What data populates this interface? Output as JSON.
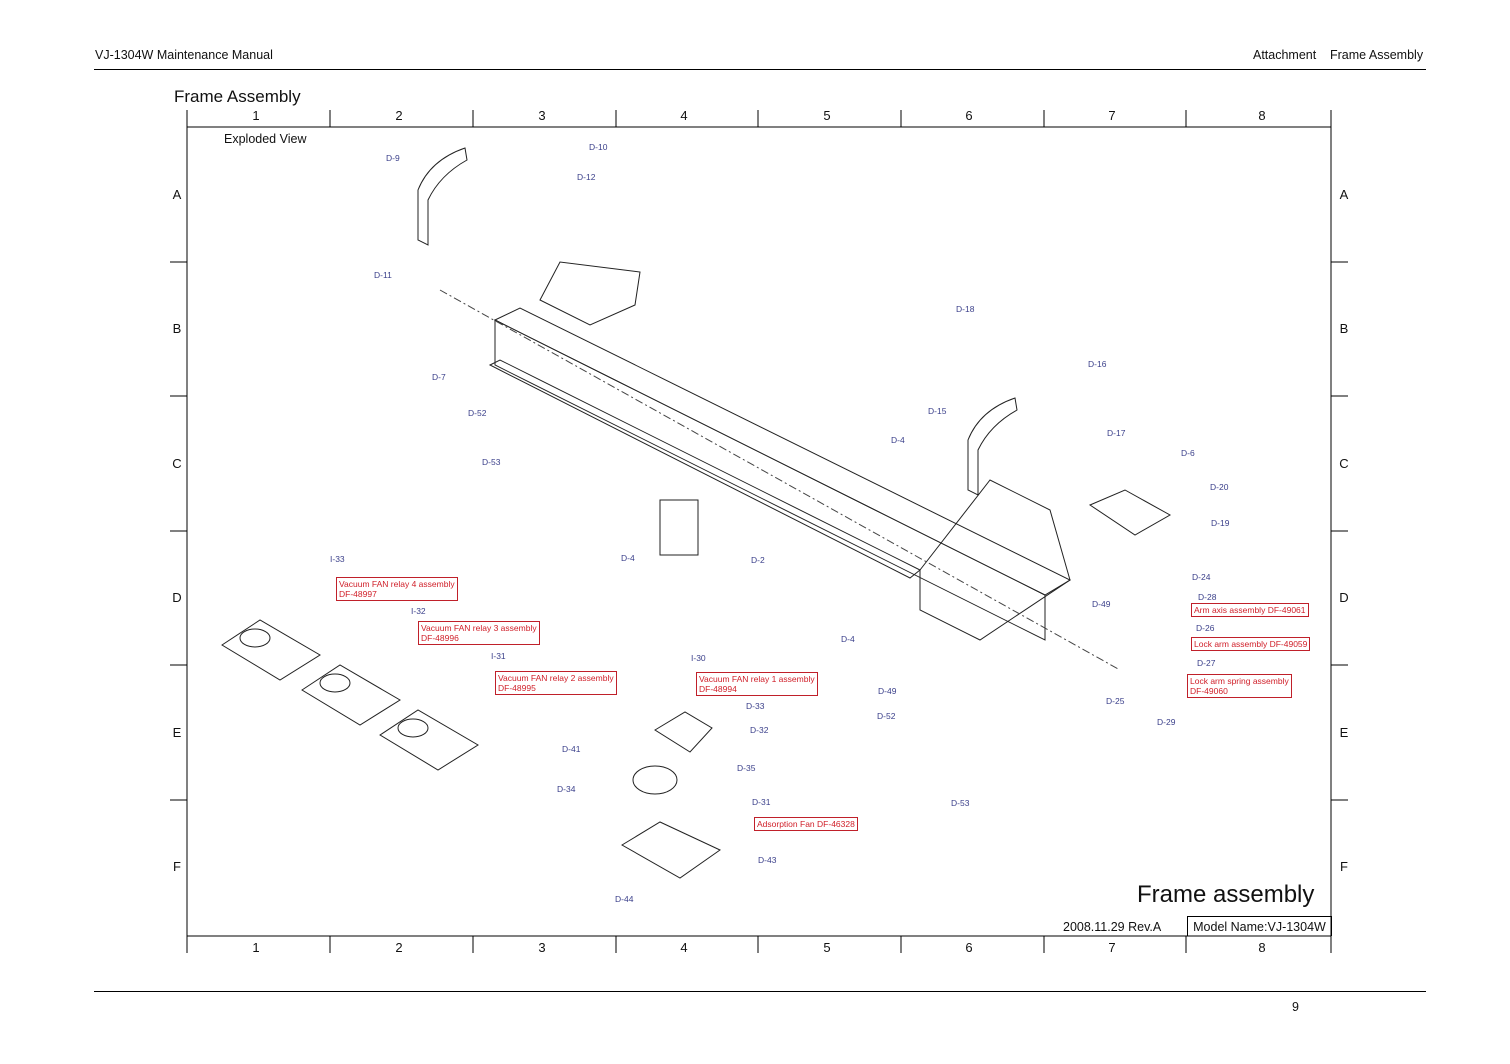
{
  "header": {
    "manual_title": "VJ-1304W Maintenance Manual",
    "section": "Attachment",
    "subsection": "Frame Assembly"
  },
  "figure": {
    "title": "Frame Assembly",
    "view_label": "Exploded View",
    "columns": [
      "1",
      "2",
      "3",
      "4",
      "5",
      "6",
      "7",
      "8"
    ],
    "rows": [
      "A",
      "B",
      "C",
      "D",
      "E",
      "F"
    ],
    "part_labels": [
      "D-9",
      "D-10",
      "D-12",
      "D-11",
      "D-7",
      "D-18",
      "D-16",
      "D-15",
      "D-17",
      "D-4",
      "D-6",
      "D-52",
      "D-53",
      "D-20",
      "D-19",
      "D-4",
      "D-2",
      "D-49",
      "D-24",
      "D-28",
      "D-26",
      "D-27",
      "D-4",
      "D-25",
      "D-29",
      "D-49",
      "D-52",
      "D-53",
      "I-33",
      "I-32",
      "I-31",
      "I-30",
      "D-33",
      "D-32",
      "D-41",
      "D-35",
      "D-34",
      "D-31",
      "D-43",
      "D-44"
    ],
    "callouts": [
      {
        "name": "Vacuum FAN relay 4 assembly",
        "code": "DF-48997"
      },
      {
        "name": "Vacuum FAN relay 3 assembly",
        "code": "DF-48996"
      },
      {
        "name": "Vacuum FAN relay 2 assembly",
        "code": "DF-48995"
      },
      {
        "name": "Vacuum FAN relay 1 assembly",
        "code": "DF-48994"
      },
      {
        "name": "Adsorption Fan",
        "code": "DF-46328"
      },
      {
        "name": "Arm axis assembly",
        "code": "DF-49061"
      },
      {
        "name": "Lock arm assembly",
        "code": "DF-49059"
      },
      {
        "name": "Lock arm spring assembly",
        "code": "DF-49060"
      }
    ],
    "caption": "Frame assembly",
    "revision": "2008.11.29 Rev.A",
    "model_name": "Model Name:VJ-1304W"
  },
  "footer": {
    "page_number": "9"
  },
  "colors": {
    "label_blue": "#3a3f8a",
    "callout_red": "#d0202a"
  }
}
